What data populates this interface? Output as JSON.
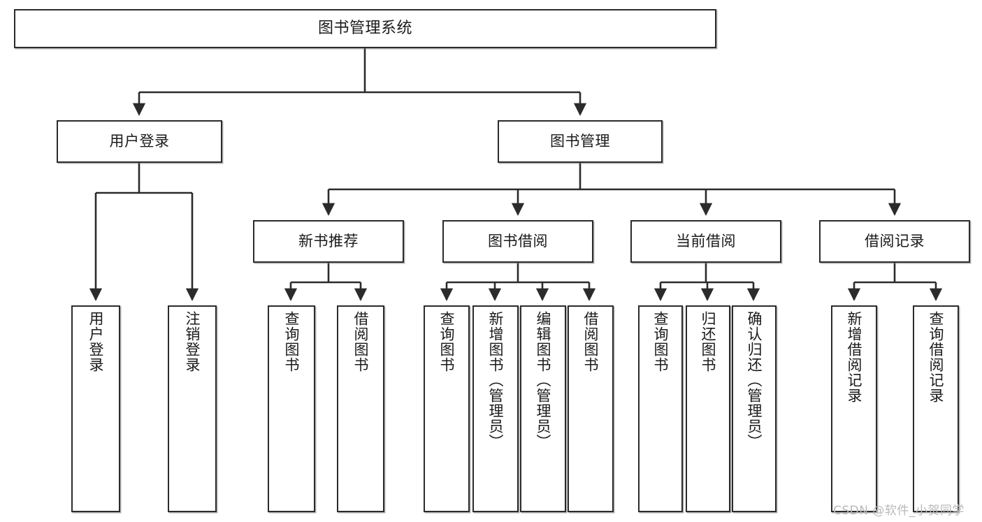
{
  "diagram": {
    "title": "图书管理系统",
    "type": "tree",
    "watermark": "CSDN @软件_小贺同学",
    "colors": {
      "stroke": "#2b2b2b",
      "fill": "#ffffff",
      "text": "#1a1a1a",
      "watermark": "#b9b9b9"
    },
    "nodes": {
      "root": {
        "label": "图书管理系统"
      },
      "level2": [
        {
          "label": "用户登录"
        },
        {
          "label": "图书管理"
        }
      ],
      "level3": [
        {
          "label": "新书推荐"
        },
        {
          "label": "图书借阅"
        },
        {
          "label": "当前借阅"
        },
        {
          "label": "借阅记录"
        }
      ],
      "leaves_user_login": [
        {
          "label": "用户登录"
        },
        {
          "label": "注销登录"
        }
      ],
      "leaves_new_book": [
        {
          "label": "查询图书"
        },
        {
          "label": "借阅图书"
        }
      ],
      "leaves_borrow": [
        {
          "label": "查询图书"
        },
        {
          "label": "新增图书（管理员）"
        },
        {
          "label": "编辑图书（管理员）"
        },
        {
          "label": "借阅图书"
        }
      ],
      "leaves_current": [
        {
          "label": "查询图书"
        },
        {
          "label": "归还图书"
        },
        {
          "label": "确认归还（管理员）"
        }
      ],
      "leaves_record": [
        {
          "label": "新增借阅记录"
        },
        {
          "label": "查询借阅记录"
        }
      ]
    }
  }
}
